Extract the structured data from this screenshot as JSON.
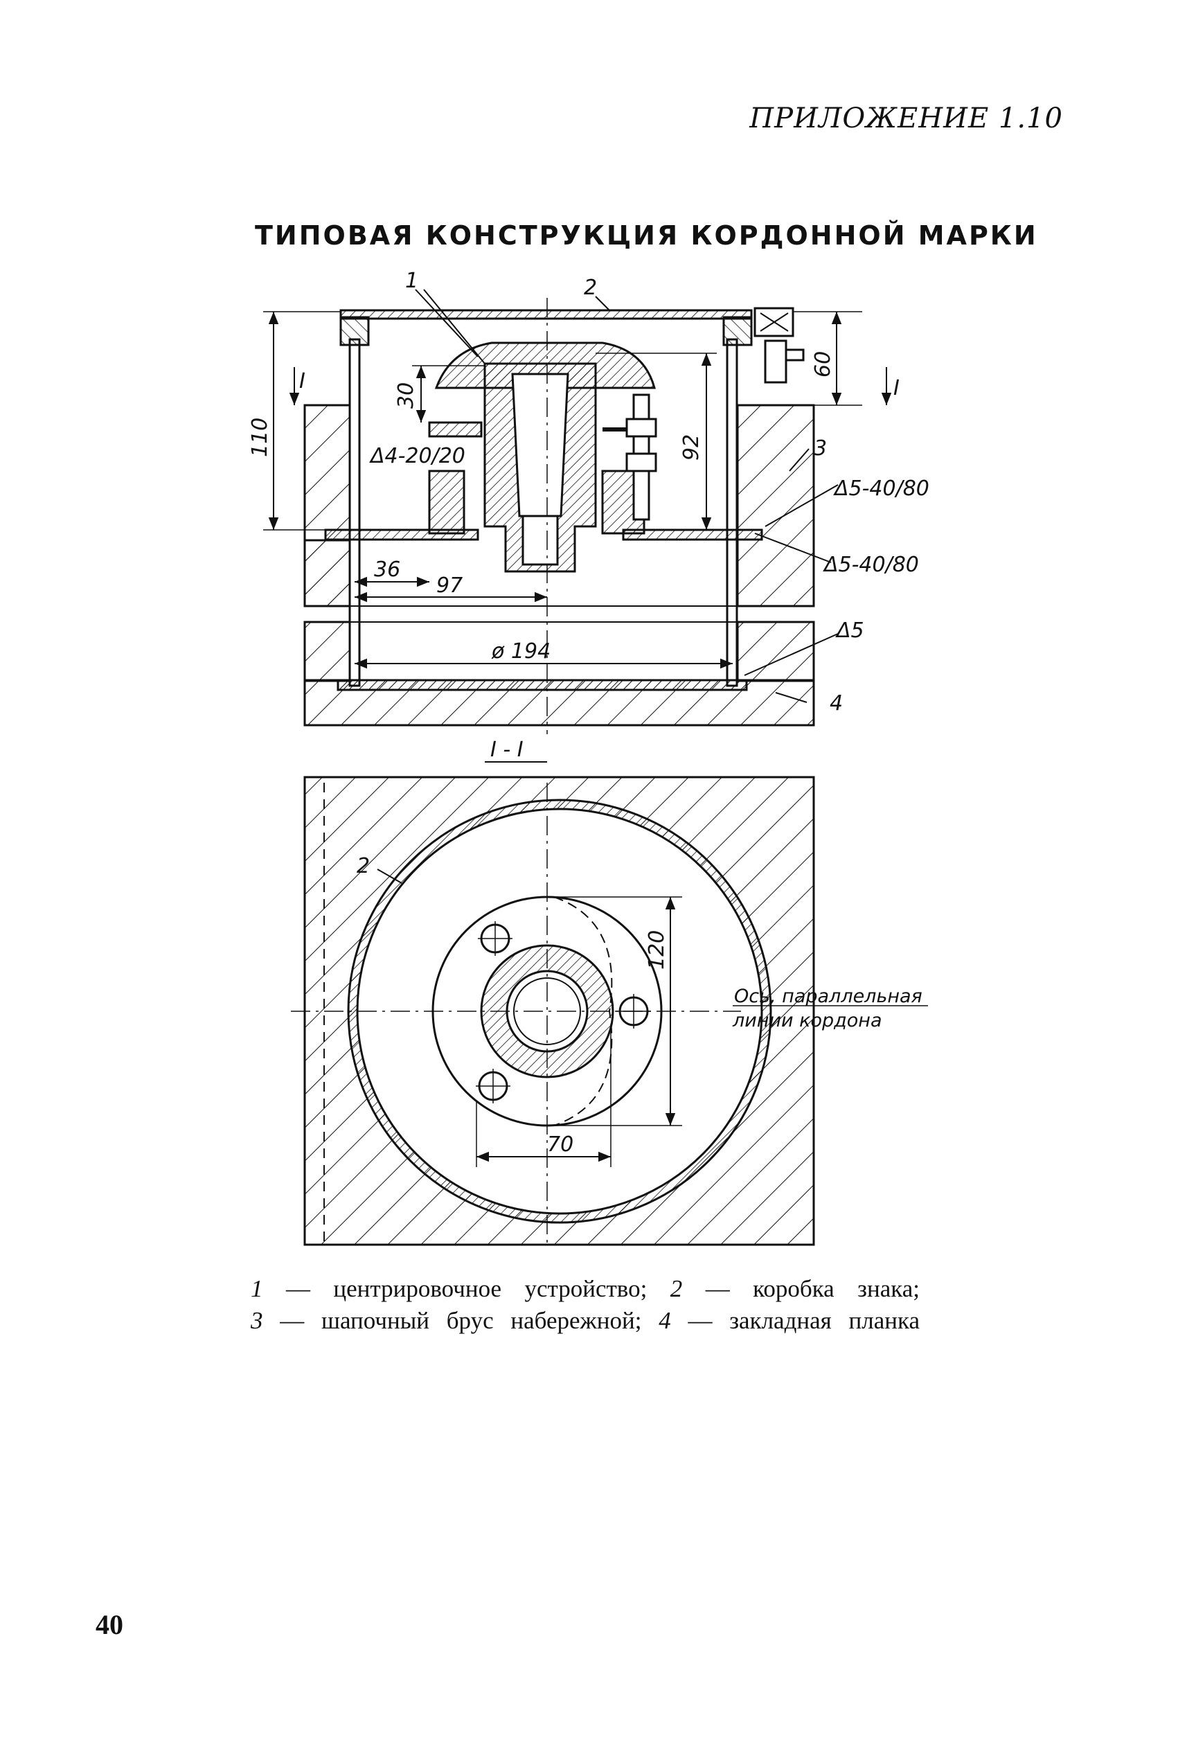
{
  "header": {
    "appendix": "ПРИЛОЖЕНИЕ 1.10"
  },
  "title": "ТИПОВАЯ КОНСТРУКЦИЯ КОРДОННОЙ МАРКИ",
  "drawing": {
    "callouts": {
      "c1": "1",
      "c2": "2",
      "c3": "3",
      "c4": "4",
      "c2_plan": "2"
    },
    "section_marks": {
      "left": "I",
      "right": "I",
      "section_title": "I - I"
    },
    "dimensions": {
      "d110": "110",
      "d30": "30",
      "d92": "92",
      "d60": "60",
      "d36": "36",
      "d97": "97",
      "d194": "ø 194",
      "d120": "120",
      "d70": "70"
    },
    "welds": {
      "w1": "Δ4-20/20",
      "w2": "Δ5-40/80",
      "w3": "Δ5-40/80",
      "w4": "Δ5"
    },
    "axis_note": {
      "line1": "Ось, параллельная",
      "line2": "линии кордона"
    }
  },
  "caption": {
    "n1": "1",
    "t1": " — центрировочное устройство; ",
    "n2": "2",
    "t2": " — коробка знака;",
    "n3": "3",
    "t3": " — шапочный брус набережной; ",
    "n4": "4",
    "t4": " — закладная планка"
  },
  "page_number": "40"
}
